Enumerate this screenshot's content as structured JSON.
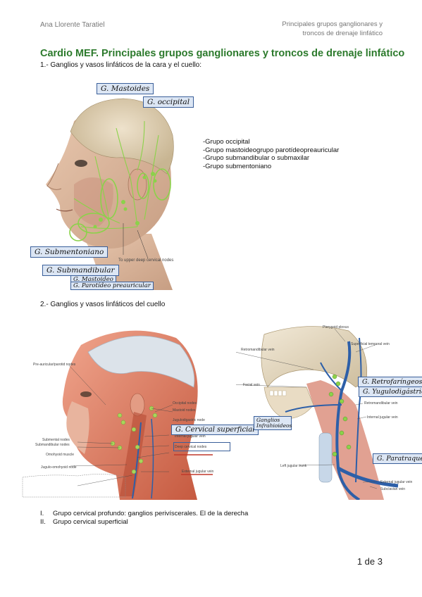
{
  "header": {
    "author": "Ana Llorente Taratiel",
    "right_line1": "Principales grupos ganglionares y",
    "right_line2": "troncos de drenaje linfático"
  },
  "title": "Cardio MEF. Principales grupos ganglionares y troncos de drenaje linfático",
  "section1": {
    "heading": "1.- Ganglios y vasos linfáticos de la cara y el cuello:",
    "groups": [
      "Grupo occipital",
      "Grupo mastoideo​​grupo parotídeo​preauricular",
      "Grupo submandibular o submaxilar",
      "Grupo submentoniano"
    ],
    "labels": {
      "mastoides": "G. Mastoides",
      "occipital": "G. occipital",
      "submentoniano": "G. Submentoniano",
      "submandibular": "G. Submandibular",
      "mastoideo": "G. Mastoideo",
      "parotideo": "G. Parotídeo preauricular"
    },
    "figure_caption": "To upper deep cervical nodes"
  },
  "section2": {
    "heading": "2.- Ganglios y vasos linfáticos del cuello",
    "left_fig_labels": {
      "preauricular": "Pre-auricular/parotid nodes",
      "occipital": "Occipital nodes",
      "mastoid": "Mastoid nodes",
      "submental": "Submental nodes",
      "submandibular": "Submandibular nodes",
      "jugulodigastric": "Jugulodigastric node",
      "ijv": "Internal jugular vein",
      "deep": "Deep cervical nodes",
      "omohyoid": "Omohyoid muscle",
      "juguloomohyoid": "Jugulo-omohyoid node",
      "ejv": "External jugular vein"
    },
    "right_fig_labels": {
      "pterygoid": "Pterygoid plexus",
      "stv": "Superficial temporal vein",
      "retromandibular": "Retromandibular vein",
      "facial": "Facial vein",
      "retromandibular2": "Retromandibular vein",
      "ijv": "Internal jugular vein",
      "ljt": "Left jugular trunk",
      "ejv": "External jugular vein",
      "subclavian": "Subclavian vein"
    },
    "labels": {
      "cervical": "G. Cervical superficial",
      "retrofaringeos": "G. Retrofaríngeos",
      "yugulodigastricos": "G. Yugulodigástricos",
      "infrahioideos": "Ganglios Infrahioideos",
      "paratraqueales": "G. Paratraqueales"
    }
  },
  "conclusions": [
    {
      "numeral": "I.",
      "text": "Grupo cervical profundo: ganglios perivíscerales. El de la derecha"
    },
    {
      "numeral": "II.",
      "text": "Grupo cervical superficial"
    }
  ],
  "page_number": "1 de 3",
  "colors": {
    "title": "#2c7a2c",
    "label_bg": "#dce6f4",
    "label_border": "#3a5f9a",
    "node_green": "#8bd24a",
    "red_underline": "#c0392b"
  }
}
